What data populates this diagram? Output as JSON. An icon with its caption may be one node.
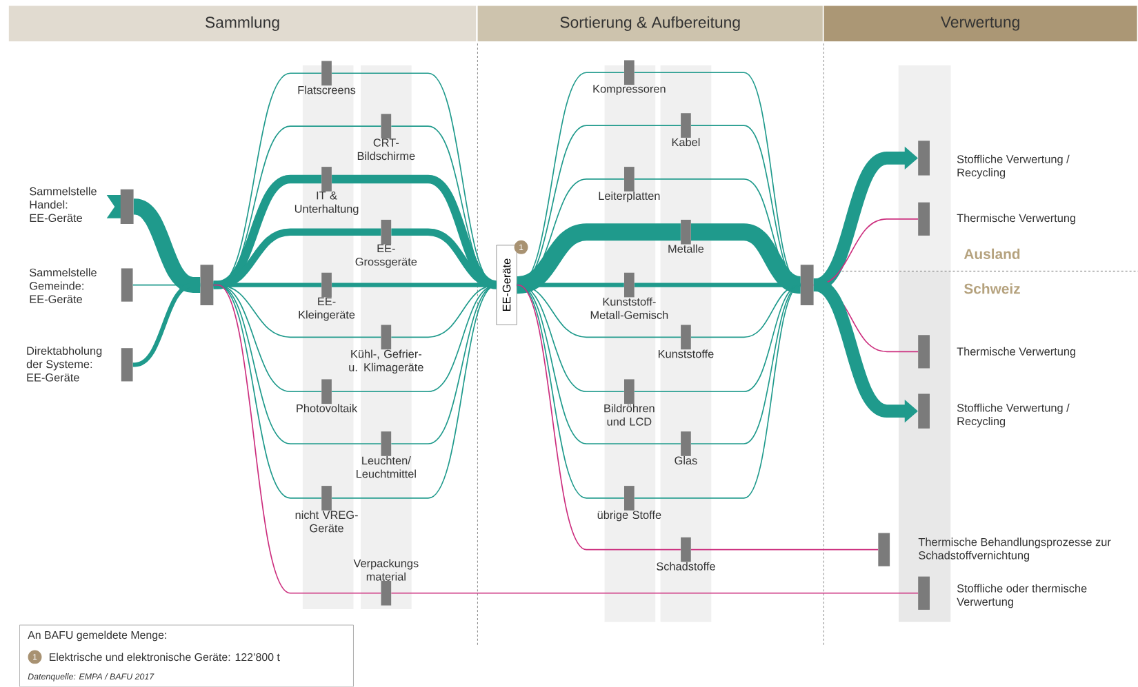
{
  "diagram": {
    "nodes": [
      {
        "text": [
          "Sammlung"
        ]
      },
      {
        "text": [
          "Sortierung & Aufbereitung"
        ]
      },
      {
        "text": [
          "Verwertung"
        ]
      },
      {
        "text": [
          "Sammelstelle Handel: EE-Geräte"
        ]
      },
      {
        "text": [
          "Sammelstelle Gemeinde: EE-Geräte"
        ]
      },
      {
        "text": [
          "Direktabholung der Systeme: EE-Geräte"
        ]
      },
      {
        "text": [],
        "shape": "bar"
      },
      {
        "text": [
          "Flatscreens"
        ]
      },
      {
        "text": [
          "CRT-Bildschirme"
        ]
      },
      {
        "text": [
          "IT & Unterhaltung"
        ]
      },
      {
        "text": [
          "EE-Grossgeräte"
        ]
      },
      {
        "text": [
          "EE-Kleingeräte"
        ]
      },
      {
        "text": [
          "Kühl-, Gefrier- u. Klimageräte"
        ]
      },
      {
        "text": [
          "Photovoltaik"
        ]
      },
      {
        "text": [
          "Leuchten/ Leuchtmittel"
        ]
      },
      {
        "text": [
          "nicht VREG-Geräte"
        ]
      },
      {
        "text": [
          "Verpackungs material"
        ]
      },
      {
        "text": [
          "EE-Geräte"
        ],
        "beside": [
          "1"
        ]
      },
      {
        "text": [
          "Kompressoren"
        ]
      },
      {
        "text": [
          "Kabel"
        ]
      },
      {
        "text": [
          "Leiterplatten"
        ]
      },
      {
        "text": [
          "Metalle"
        ]
      },
      {
        "text": [
          "Kunststoff-Metall-Gemisch"
        ]
      },
      {
        "text": [
          "Kunststoffe"
        ]
      },
      {
        "text": [
          "Bildröhren und LCD"
        ]
      },
      {
        "text": [
          "Glas"
        ]
      },
      {
        "text": [
          "übrige Stoffe"
        ]
      },
      {
        "text": [
          "Schadstoffe"
        ]
      },
      {
        "text": [],
        "shape": "bar"
      },
      {
        "text": [
          "Stoffliche Verwertung / Recycling"
        ]
      },
      {
        "text": [
          "Thermische Verwertung"
        ]
      },
      {
        "text": [
          "Thermische Verwertung"
        ]
      },
      {
        "text": [
          "Stoffliche Verwertung / Recycling"
        ]
      },
      {
        "text": [
          "Thermische Behandlungsprozesse zur Schadstoffvernichtung"
        ]
      },
      {
        "text": [
          "Stoffliche oder thermische Verwertung"
        ]
      }
    ],
    "edges": [
      {
        "from": 3,
        "to": 6,
        "arrow": "none",
        "style": "thick"
      },
      {
        "from": 4,
        "to": 6,
        "arrow": "none"
      },
      {
        "from": 5,
        "to": 6,
        "arrow": "none",
        "style": "thick"
      },
      {
        "from": 6,
        "to": 7,
        "arrow": "none"
      },
      {
        "from": 6,
        "to": 8,
        "arrow": "none"
      },
      {
        "from": 6,
        "to": 9,
        "arrow": "none",
        "style": "thick"
      },
      {
        "from": 6,
        "to": 10,
        "arrow": "none",
        "style": "thick"
      },
      {
        "from": 6,
        "to": 11,
        "arrow": "none",
        "style": "thick"
      },
      {
        "from": 6,
        "to": 12,
        "arrow": "none"
      },
      {
        "from": 6,
        "to": 13,
        "arrow": "none"
      },
      {
        "from": 6,
        "to": 14,
        "arrow": "none"
      },
      {
        "from": 6,
        "to": 15,
        "arrow": "none"
      },
      {
        "from": 6,
        "to": 16,
        "arrow": "none",
        "color": "#cc2e7e"
      },
      {
        "from": 7,
        "to": 17,
        "arrow": "none"
      },
      {
        "from": 8,
        "to": 17,
        "arrow": "none"
      },
      {
        "from": 9,
        "to": 17,
        "arrow": "none",
        "style": "thick"
      },
      {
        "from": 10,
        "to": 17,
        "arrow": "none",
        "style": "thick"
      },
      {
        "from": 11,
        "to": 17,
        "arrow": "none",
        "style": "thick"
      },
      {
        "from": 12,
        "to": 17,
        "arrow": "none"
      },
      {
        "from": 13,
        "to": 17,
        "arrow": "none"
      },
      {
        "from": 14,
        "to": 17,
        "arrow": "none"
      },
      {
        "from": 15,
        "to": 17,
        "arrow": "none"
      },
      {
        "from": 16,
        "to": 34,
        "arrow": "none",
        "color": "#cc2e7e"
      },
      {
        "from": 17,
        "to": 18,
        "arrow": "none"
      },
      {
        "from": 17,
        "to": 19,
        "arrow": "none"
      },
      {
        "from": 17,
        "to": 20,
        "arrow": "none"
      },
      {
        "from": 17,
        "to": 21,
        "arrow": "none",
        "style": "thick"
      },
      {
        "from": 17,
        "to": 22,
        "arrow": "none",
        "style": "thick"
      },
      {
        "from": 17,
        "to": 23,
        "arrow": "none"
      },
      {
        "from": 17,
        "to": 24,
        "arrow": "none"
      },
      {
        "from": 17,
        "to": 25,
        "arrow": "none"
      },
      {
        "from": 17,
        "to": 26,
        "arrow": "none"
      },
      {
        "from": 17,
        "to": 27,
        "arrow": "none",
        "color": "#cc2e7e"
      },
      {
        "from": 18,
        "to": 28,
        "arrow": "none"
      },
      {
        "from": 19,
        "to": 28,
        "arrow": "none"
      },
      {
        "from": 20,
        "to": 28,
        "arrow": "none"
      },
      {
        "from": 21,
        "to": 28,
        "arrow": "none",
        "style": "thick"
      },
      {
        "from": 22,
        "to": 28,
        "arrow": "none",
        "style": "thick"
      },
      {
        "from": 23,
        "to": 28,
        "arrow": "none"
      },
      {
        "from": 24,
        "to": 28,
        "arrow": "none"
      },
      {
        "from": 25,
        "to": 28,
        "arrow": "none"
      },
      {
        "from": 26,
        "to": 28,
        "arrow": "none"
      },
      {
        "from": 27,
        "to": 33,
        "arrow": "none",
        "color": "#cc2e7e"
      },
      {
        "from": 28,
        "to": 29,
        "arrow": "to",
        "style": "thick"
      },
      {
        "from": 28,
        "to": 30,
        "arrow": "none",
        "color": "#cc2e7e"
      },
      {
        "from": 28,
        "to": 31,
        "arrow": "none",
        "color": "#cc2e7e"
      },
      {
        "from": 28,
        "to": 32,
        "arrow": "to",
        "style": "thick"
      }
    ],
    "labels": [
      "Ausland",
      "Schweiz",
      "An BAFU gemeldete Menge:",
      "1",
      "Elektrische und elektronische Geräte: 122’800 t",
      "Datenquelle: EMPA / BAFU 2017"
    ]
  }
}
